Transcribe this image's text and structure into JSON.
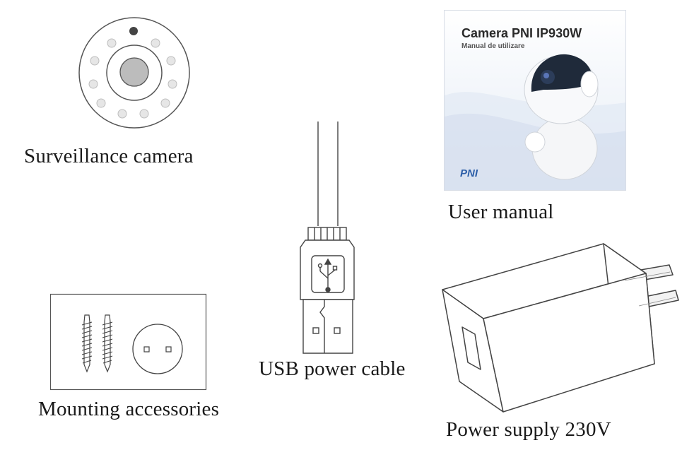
{
  "items": {
    "camera": {
      "caption": "Surveillance camera",
      "icon": "camera-icon"
    },
    "manual": {
      "caption": "User manual",
      "cover_title": "Camera PNI IP930W",
      "cover_subtitle": "Manual de utilizare",
      "brand": "PNI",
      "icon": "manual-cover-icon"
    },
    "cable": {
      "caption": "USB power cable",
      "icon": "usb-cable-icon"
    },
    "mounting": {
      "caption": "Mounting accessories",
      "icon": "screws-and-anchor-icon"
    },
    "power": {
      "caption": "Power supply 230V",
      "icon": "power-adapter-icon"
    }
  },
  "colors": {
    "line": "#444444",
    "manual_accent": "#2d5fa8",
    "camera_lens": "#bcbcbc"
  }
}
